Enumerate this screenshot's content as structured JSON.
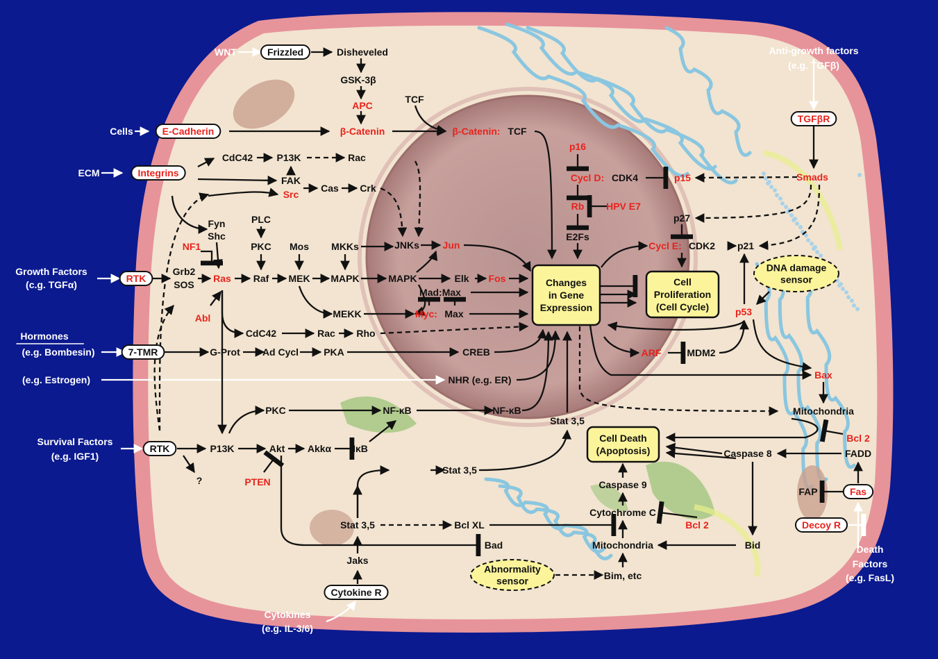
{
  "colors": {
    "background": "#0b1a8f",
    "membrane": "#e58f95",
    "cytoplasm": "#f1e3cf",
    "nucleus": "#c39592",
    "node_black": "#111111",
    "node_red": "#e8231d",
    "box_fill": "#fbf49a",
    "white": "#ffffff",
    "er": "#8ac6e0"
  },
  "icons": [
    "arrow",
    "inhibition-bar",
    "dashed-arrow"
  ],
  "nodes": [
    {
      "id": "WNT",
      "text": "WNT",
      "c": "w"
    },
    {
      "id": "Frizzled",
      "text": "Frizzled",
      "c": "k",
      "pill": 1
    },
    {
      "id": "Disheveled",
      "text": "Disheveled",
      "c": "k"
    },
    {
      "id": "GSK3b",
      "text": "GSK-3β",
      "c": "k"
    },
    {
      "id": "APC",
      "text": "APC",
      "c": "r"
    },
    {
      "id": "TCF",
      "text": "TCF",
      "c": "k"
    },
    {
      "id": "Cells",
      "text": "Cells",
      "c": "w"
    },
    {
      "id": "ECad",
      "text": "E-Cadherin",
      "c": "r",
      "pill": 1
    },
    {
      "id": "bCat",
      "text": "β-Catenin",
      "c": "r"
    },
    {
      "id": "bCatTCF_r",
      "text": "β-Catenin:",
      "c": "r"
    },
    {
      "id": "bCatTCF_k",
      "text": "TCF",
      "c": "k"
    },
    {
      "id": "ECM",
      "text": "ECM",
      "c": "w"
    },
    {
      "id": "Integrins",
      "text": "Integrins",
      "c": "r",
      "pill": 1
    },
    {
      "id": "CdC42a",
      "text": "CdC42",
      "c": "k"
    },
    {
      "id": "P13Ka",
      "text": "P13K",
      "c": "k"
    },
    {
      "id": "Rac1",
      "text": "Rac",
      "c": "k"
    },
    {
      "id": "FAK",
      "text": "FAK",
      "c": "k"
    },
    {
      "id": "Src",
      "text": "Src",
      "c": "r"
    },
    {
      "id": "Cas",
      "text": "Cas",
      "c": "k"
    },
    {
      "id": "Crk",
      "text": "Crk",
      "c": "k"
    },
    {
      "id": "p16",
      "text": "p16",
      "c": "r"
    },
    {
      "id": "CyclD_r",
      "text": "Cycl D:",
      "c": "r"
    },
    {
      "id": "CyclD_k",
      "text": "CDK4",
      "c": "k"
    },
    {
      "id": "p15",
      "text": "p15",
      "c": "r"
    },
    {
      "id": "Rb",
      "text": "Rb",
      "c": "r"
    },
    {
      "id": "HPV",
      "text": "HPV E7",
      "c": "r"
    },
    {
      "id": "E2Fs",
      "text": "E2Fs",
      "c": "k"
    },
    {
      "id": "AntiGF1",
      "text": "Anti-growth factors",
      "c": "w"
    },
    {
      "id": "AntiGF2",
      "text": "(e.g. TGFβ)",
      "c": "w"
    },
    {
      "id": "TGFbR",
      "text": "TGFβR",
      "c": "r",
      "pill": 1
    },
    {
      "id": "Smads",
      "text": "Smads",
      "c": "r"
    },
    {
      "id": "p27",
      "text": "p27",
      "c": "k"
    },
    {
      "id": "CyclE_r",
      "text": "Cycl E:",
      "c": "r"
    },
    {
      "id": "CyclE_k",
      "text": "CDK2",
      "c": "k"
    },
    {
      "id": "p21",
      "text": "p21",
      "c": "k"
    },
    {
      "id": "Fyn",
      "text": "Fyn",
      "c": "k"
    },
    {
      "id": "Shc",
      "text": "Shc",
      "c": "k"
    },
    {
      "id": "PLC",
      "text": "PLC",
      "c": "k"
    },
    {
      "id": "NF1",
      "text": "NF1",
      "c": "r"
    },
    {
      "id": "PKC1",
      "text": "PKC",
      "c": "k"
    },
    {
      "id": "Mos",
      "text": "Mos",
      "c": "k"
    },
    {
      "id": "MKKs",
      "text": "MKKs",
      "c": "k"
    },
    {
      "id": "JNKs",
      "text": "JNKs",
      "c": "k"
    },
    {
      "id": "Jun",
      "text": "Jun",
      "c": "r"
    },
    {
      "id": "GF1",
      "text": "Growth Factors",
      "c": "w"
    },
    {
      "id": "GF2",
      "text": "(c.g. TGFα)",
      "c": "w"
    },
    {
      "id": "RTK1",
      "text": "RTK",
      "c": "r",
      "pill": 1
    },
    {
      "id": "Grb2",
      "text": "Grb2",
      "c": "k"
    },
    {
      "id": "SOS",
      "text": "SOS",
      "c": "k"
    },
    {
      "id": "Ras",
      "text": "Ras",
      "c": "r"
    },
    {
      "id": "Raf",
      "text": "Raf",
      "c": "k"
    },
    {
      "id": "MEK",
      "text": "MEK",
      "c": "k"
    },
    {
      "id": "MAPK1",
      "text": "MAPK",
      "c": "k"
    },
    {
      "id": "MAPK2",
      "text": "MAPK",
      "c": "k"
    },
    {
      "id": "Elk",
      "text": "Elk",
      "c": "k"
    },
    {
      "id": "Fos",
      "text": "Fos",
      "c": "r"
    },
    {
      "id": "MadMax",
      "text": "Mad:Max",
      "c": "k"
    },
    {
      "id": "Myc_r",
      "text": "Myc:",
      "c": "r"
    },
    {
      "id": "Myc_k",
      "text": "Max",
      "c": "k"
    },
    {
      "id": "MEKK",
      "text": "MEKK",
      "c": "k"
    },
    {
      "id": "Abl",
      "text": "Abl",
      "c": "r"
    },
    {
      "id": "CdC42b",
      "text": "CdC42",
      "c": "k"
    },
    {
      "id": "Rac2",
      "text": "Rac",
      "c": "k"
    },
    {
      "id": "Rho",
      "text": "Rho",
      "c": "k"
    },
    {
      "id": "Horm1",
      "text": "Hormones",
      "c": "w",
      "u": 1
    },
    {
      "id": "Horm2",
      "text": "(e.g. Bombesin)",
      "c": "w"
    },
    {
      "id": "TMR",
      "text": "7-TMR",
      "c": "k",
      "pill": 1
    },
    {
      "id": "GProt",
      "text": "G-Prot",
      "c": "k"
    },
    {
      "id": "AdCycl",
      "text": "Ad Cycl",
      "c": "k"
    },
    {
      "id": "PKA",
      "text": "PKA",
      "c": "k"
    },
    {
      "id": "CREB",
      "text": "CREB",
      "c": "k"
    },
    {
      "id": "Estro",
      "text": "(e.g. Estrogen)",
      "c": "w"
    },
    {
      "id": "NHR",
      "text": "NHR (e.g. ER)",
      "c": "k"
    },
    {
      "id": "PKC2",
      "text": "PKC",
      "c": "k"
    },
    {
      "id": "NFkB1",
      "text": "NF-κB",
      "c": "k"
    },
    {
      "id": "NFkB2",
      "text": "NF-κB",
      "c": "k"
    },
    {
      "id": "Stat1",
      "text": "Stat 3,5",
      "c": "k"
    },
    {
      "id": "SF1",
      "text": "Survival Factors",
      "c": "w"
    },
    {
      "id": "SF2",
      "text": "(e.g. IGF1)",
      "c": "w"
    },
    {
      "id": "RTK2",
      "text": "RTK",
      "c": "k",
      "pill": 1
    },
    {
      "id": "P13Kb",
      "text": "P13K",
      "c": "k"
    },
    {
      "id": "Akt",
      "text": "Akt",
      "c": "k"
    },
    {
      "id": "Akka",
      "text": "Akkα",
      "c": "k"
    },
    {
      "id": "IkB",
      "text": "IκB",
      "c": "k"
    },
    {
      "id": "Q",
      "text": "?",
      "c": "k"
    },
    {
      "id": "PTEN",
      "text": "PTEN",
      "c": "r"
    },
    {
      "id": "Stat2",
      "text": "Stat 3,5",
      "c": "k"
    },
    {
      "id": "Stat3",
      "text": "Stat 3,5",
      "c": "k"
    },
    {
      "id": "BclXL",
      "text": "Bcl XL",
      "c": "k"
    },
    {
      "id": "Bad",
      "text": "Bad",
      "c": "k"
    },
    {
      "id": "Jaks",
      "text": "Jaks",
      "c": "k"
    },
    {
      "id": "CytR",
      "text": "Cytokine R",
      "c": "k",
      "pill": 1
    },
    {
      "id": "Cyt1",
      "text": "Cytokines",
      "c": "w"
    },
    {
      "id": "Cyt2",
      "text": "(e.g. IL-3/6)",
      "c": "w"
    },
    {
      "id": "ARF",
      "text": "ARF",
      "c": "r"
    },
    {
      "id": "MDM2",
      "text": "MDM2",
      "c": "k"
    },
    {
      "id": "p53",
      "text": "p53",
      "c": "r"
    },
    {
      "id": "Bax",
      "text": "Bax",
      "c": "r"
    },
    {
      "id": "Mito1",
      "text": "Mitochondria",
      "c": "k"
    },
    {
      "id": "Bcl2a",
      "text": "Bcl 2",
      "c": "r"
    },
    {
      "id": "Casp8",
      "text": "Caspase 8",
      "c": "k"
    },
    {
      "id": "FADD",
      "text": "FADD",
      "c": "k"
    },
    {
      "id": "Casp9",
      "text": "Caspase 9",
      "c": "k"
    },
    {
      "id": "CytC",
      "text": "Cytochrome C",
      "c": "k"
    },
    {
      "id": "Bcl2b",
      "text": "Bcl 2",
      "c": "r"
    },
    {
      "id": "Mito2",
      "text": "Mitochondria",
      "c": "k"
    },
    {
      "id": "Bid",
      "text": "Bid",
      "c": "k"
    },
    {
      "id": "BimEtc",
      "text": "Bim, etc",
      "c": "k"
    },
    {
      "id": "FAP",
      "text": "FAP",
      "c": "k"
    },
    {
      "id": "Fas",
      "text": "Fas",
      "c": "r",
      "pill": 1
    },
    {
      "id": "DecoyR",
      "text": "Decoy R",
      "c": "r",
      "pill": 1
    },
    {
      "id": "Death1",
      "text": "Death",
      "c": "w"
    },
    {
      "id": "Death2",
      "text": "Factors",
      "c": "w"
    },
    {
      "id": "Death3",
      "text": "(e.g. FasL)",
      "c": "w"
    }
  ],
  "boxes": [
    {
      "id": "GeneExpr",
      "lines": [
        "Changes",
        "in Gene",
        "Expression"
      ]
    },
    {
      "id": "CellProlif",
      "lines": [
        "Cell",
        "Proliferation",
        "(Cell Cycle)"
      ]
    },
    {
      "id": "CellDeath",
      "lines": [
        "Cell Death",
        "(Apoptosis)"
      ]
    }
  ],
  "ovals": [
    {
      "id": "DNADamage",
      "lines": [
        "DNA damage",
        "sensor"
      ]
    },
    {
      "id": "Abnormality",
      "lines": [
        "Abnormality",
        "sensor"
      ]
    }
  ]
}
